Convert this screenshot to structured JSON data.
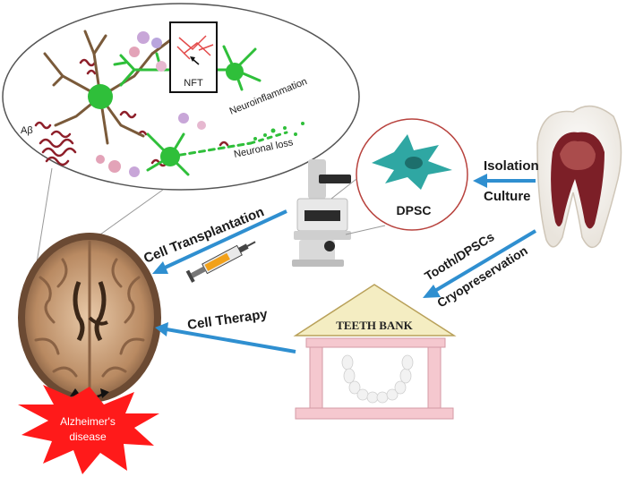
{
  "inset": {
    "labels": {
      "abeta": "Aβ",
      "nft": "NFT",
      "neuroinflammation": "Neuroinflammation",
      "neuronal_loss": "Neuronal loss"
    }
  },
  "dpsc_label": "DPSC",
  "steps": {
    "isolation": "Isolation",
    "culture": "Culture",
    "tooth_dpscs": "Tooth/DPSCs",
    "cryopreservation": "Cryopreservation",
    "cell_transplantation": "Cell Transplantation",
    "cell_therapy": "Cell Therapy"
  },
  "teeth_bank": {
    "title": "TEETH BANK"
  },
  "disease": {
    "line1": "Alzheimer's",
    "line2": "disease"
  },
  "colors": {
    "arrow": "#2f8fd0",
    "neuron": "#2fbf3a",
    "dpsc_cell": "#2fa7a3",
    "disease_burst": "#ff1a1a",
    "bank_roof": "#f4edc2",
    "bank_walls": "#f5c8cf"
  }
}
